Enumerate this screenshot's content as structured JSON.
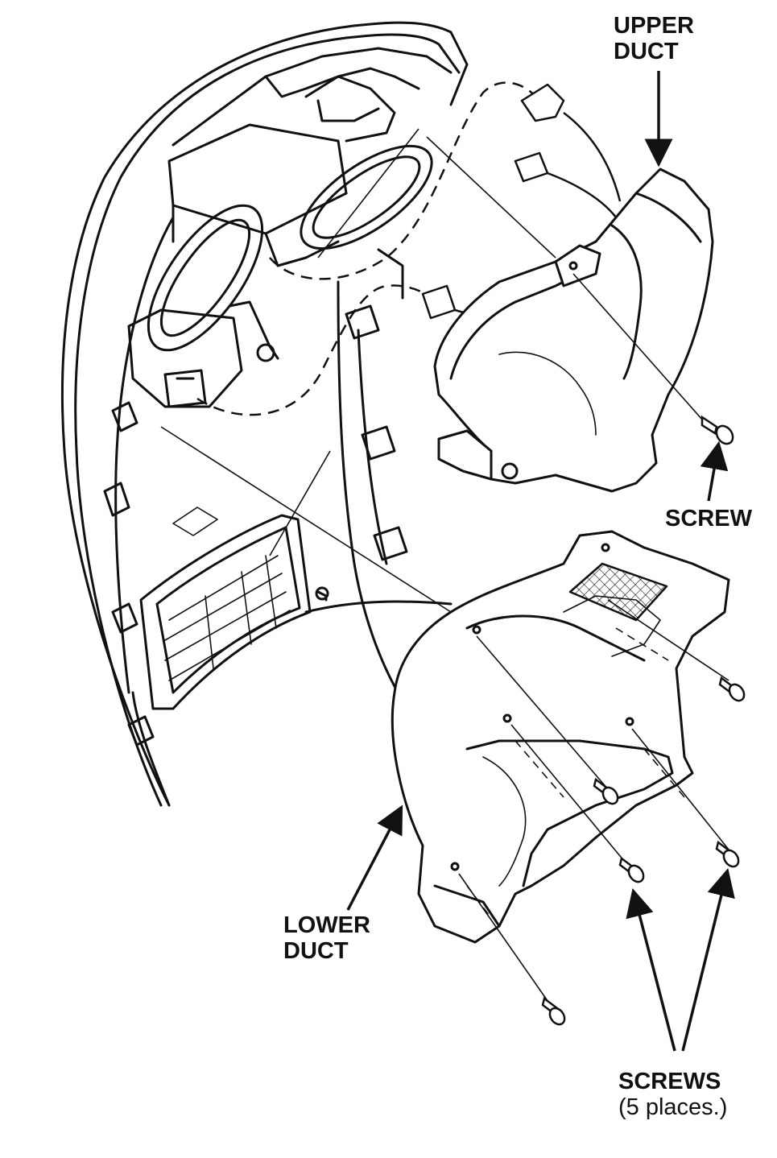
{
  "labels": {
    "upper_duct": {
      "line1": "UPPER",
      "line2": "DUCT"
    },
    "screw": "SCREW",
    "lower_duct": {
      "line1": "LOWER",
      "line2": "DUCT"
    },
    "screws": {
      "line1": "SCREWS",
      "line2": "(5 places.)"
    }
  },
  "colors": {
    "ink": "#111111",
    "paper": "#ffffff",
    "fill_light": "#f4f4f4"
  }
}
